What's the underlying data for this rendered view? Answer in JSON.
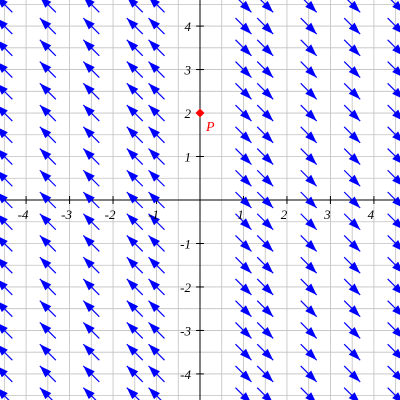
{
  "chart_data": {
    "type": "vector-field",
    "xlim": [
      -4.6,
      4.6
    ],
    "ylim": [
      -4.6,
      4.6
    ],
    "grid": true,
    "x_ticks": [
      -4,
      -3,
      -2,
      -1,
      1,
      2,
      3,
      4
    ],
    "y_ticks": [
      -4,
      -3,
      -2,
      -1,
      1,
      2,
      3,
      4
    ],
    "x_tick_labels": [
      "-4",
      "-3",
      "-2",
      "-1",
      "1",
      "2",
      "3",
      "4"
    ],
    "y_tick_labels": [
      "-4",
      "-3",
      "-2",
      "-1",
      "1",
      "2",
      "3",
      "4"
    ],
    "sample_x": [
      -4.5,
      -3.5,
      -2.5,
      -1.5,
      -1,
      1,
      1.5,
      2.5,
      3.5,
      4.5
    ],
    "sample_x_note": "",
    "sample_y": [
      -4.5,
      -4,
      -3.5,
      -3,
      -2.5,
      -2,
      -1.5,
      -1,
      -0.5,
      0,
      0.5,
      1,
      1.5,
      2,
      2.5,
      3,
      3.5,
      4,
      4.5
    ],
    "point": {
      "x": 0,
      "y": 2,
      "label": "P"
    },
    "colors": {
      "arrow": "#0000ff",
      "point": "#ff0000",
      "grid": "#c0c0c0",
      "axis": "#000000"
    }
  }
}
